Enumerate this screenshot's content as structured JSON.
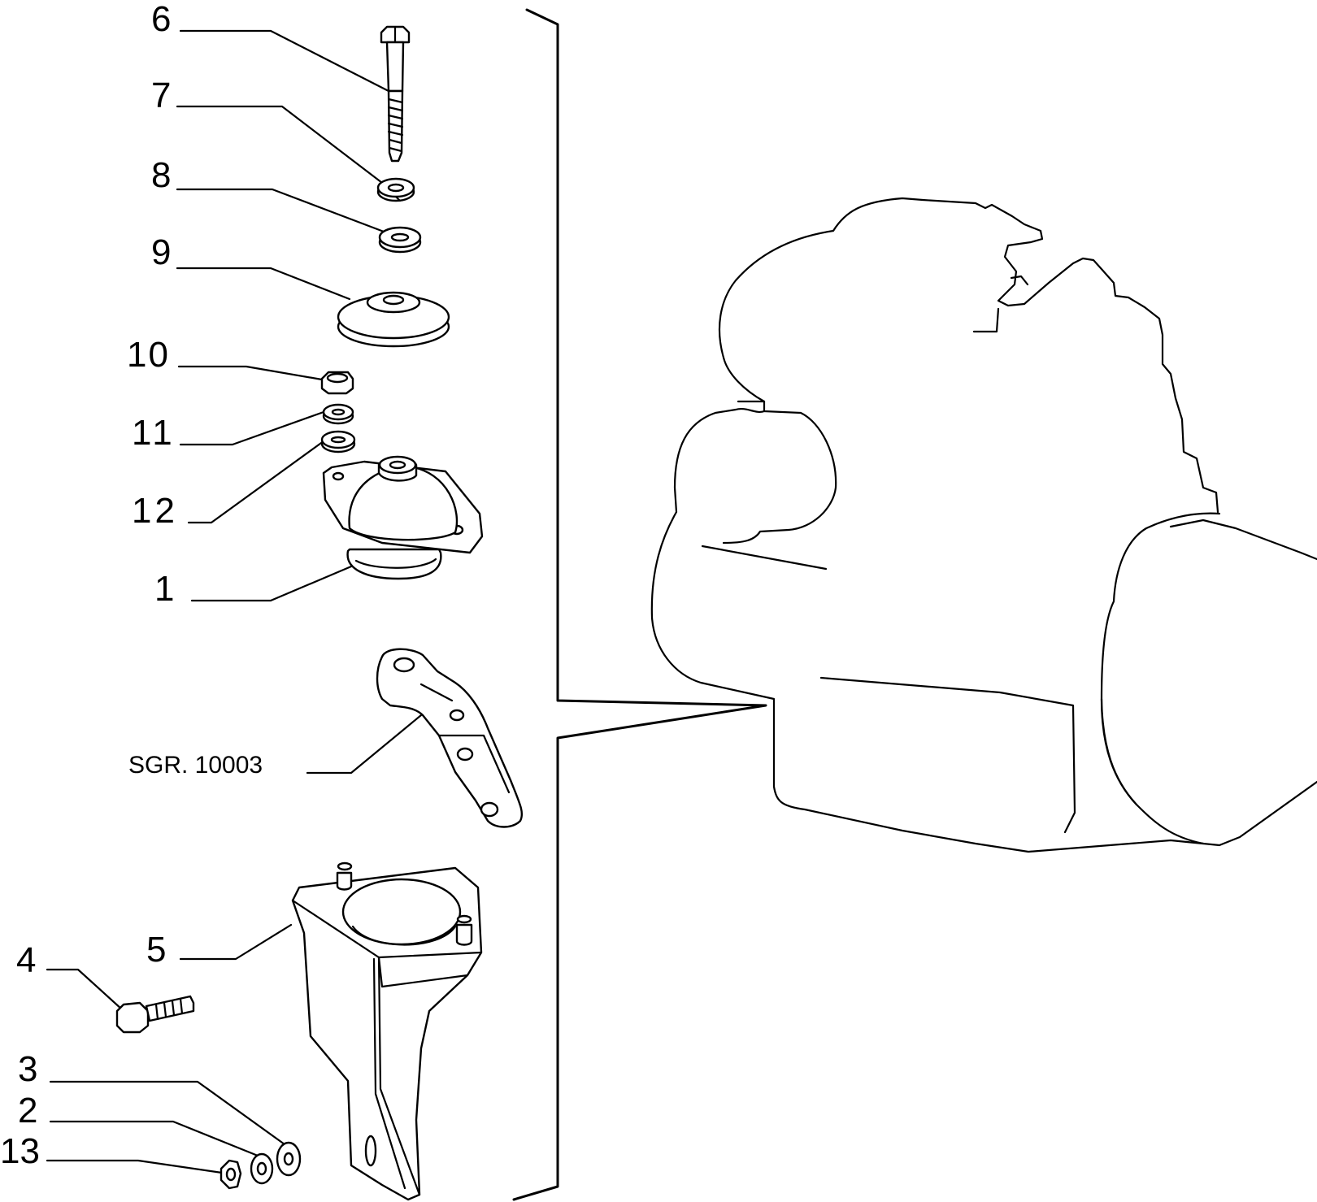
{
  "callouts": {
    "c6": "6",
    "c7": "7",
    "c8": "8",
    "c9": "9",
    "c10": "10",
    "c11": "11",
    "c12": "12",
    "c1": "1",
    "c5": "5",
    "c4": "4",
    "c3": "3",
    "c2": "2",
    "c13": "13"
  },
  "reference_label": "SGR. 10003",
  "colors": {
    "line": "#000000",
    "background": "#ffffff"
  }
}
